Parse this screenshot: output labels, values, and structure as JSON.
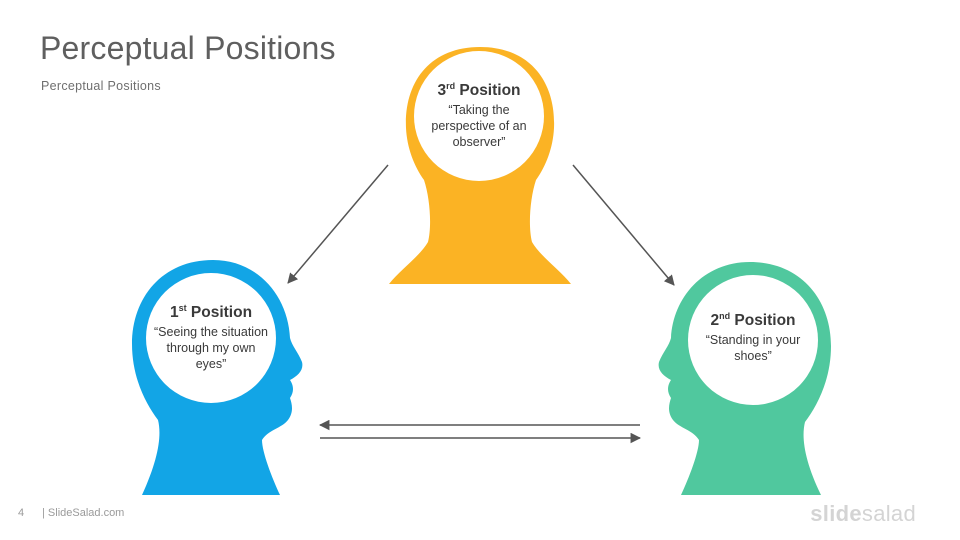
{
  "slide": {
    "title": "Perceptual Positions",
    "subtitle": "Perceptual  Positions",
    "page_number": "4",
    "source": "| SlideSalad.com",
    "brand_bold": "slide",
    "brand_light": "salad"
  },
  "positions": [
    {
      "number": "1",
      "suffix": "st",
      "label": " Position",
      "quote": "“Seeing the situation through my own eyes”",
      "color": "#12a5e6"
    },
    {
      "number": "2",
      "suffix": "nd",
      "label": " Position",
      "quote": "“Standing in your shoes”",
      "color": "#50c89e"
    },
    {
      "number": "3",
      "suffix": "rd",
      "label": " Position",
      "quote": "“Taking the perspective of an observer”",
      "color": "#fbb324"
    }
  ],
  "colors": {
    "arrow": "#555555",
    "text": "#3a3a3a",
    "footer": "#9a9a9a"
  }
}
